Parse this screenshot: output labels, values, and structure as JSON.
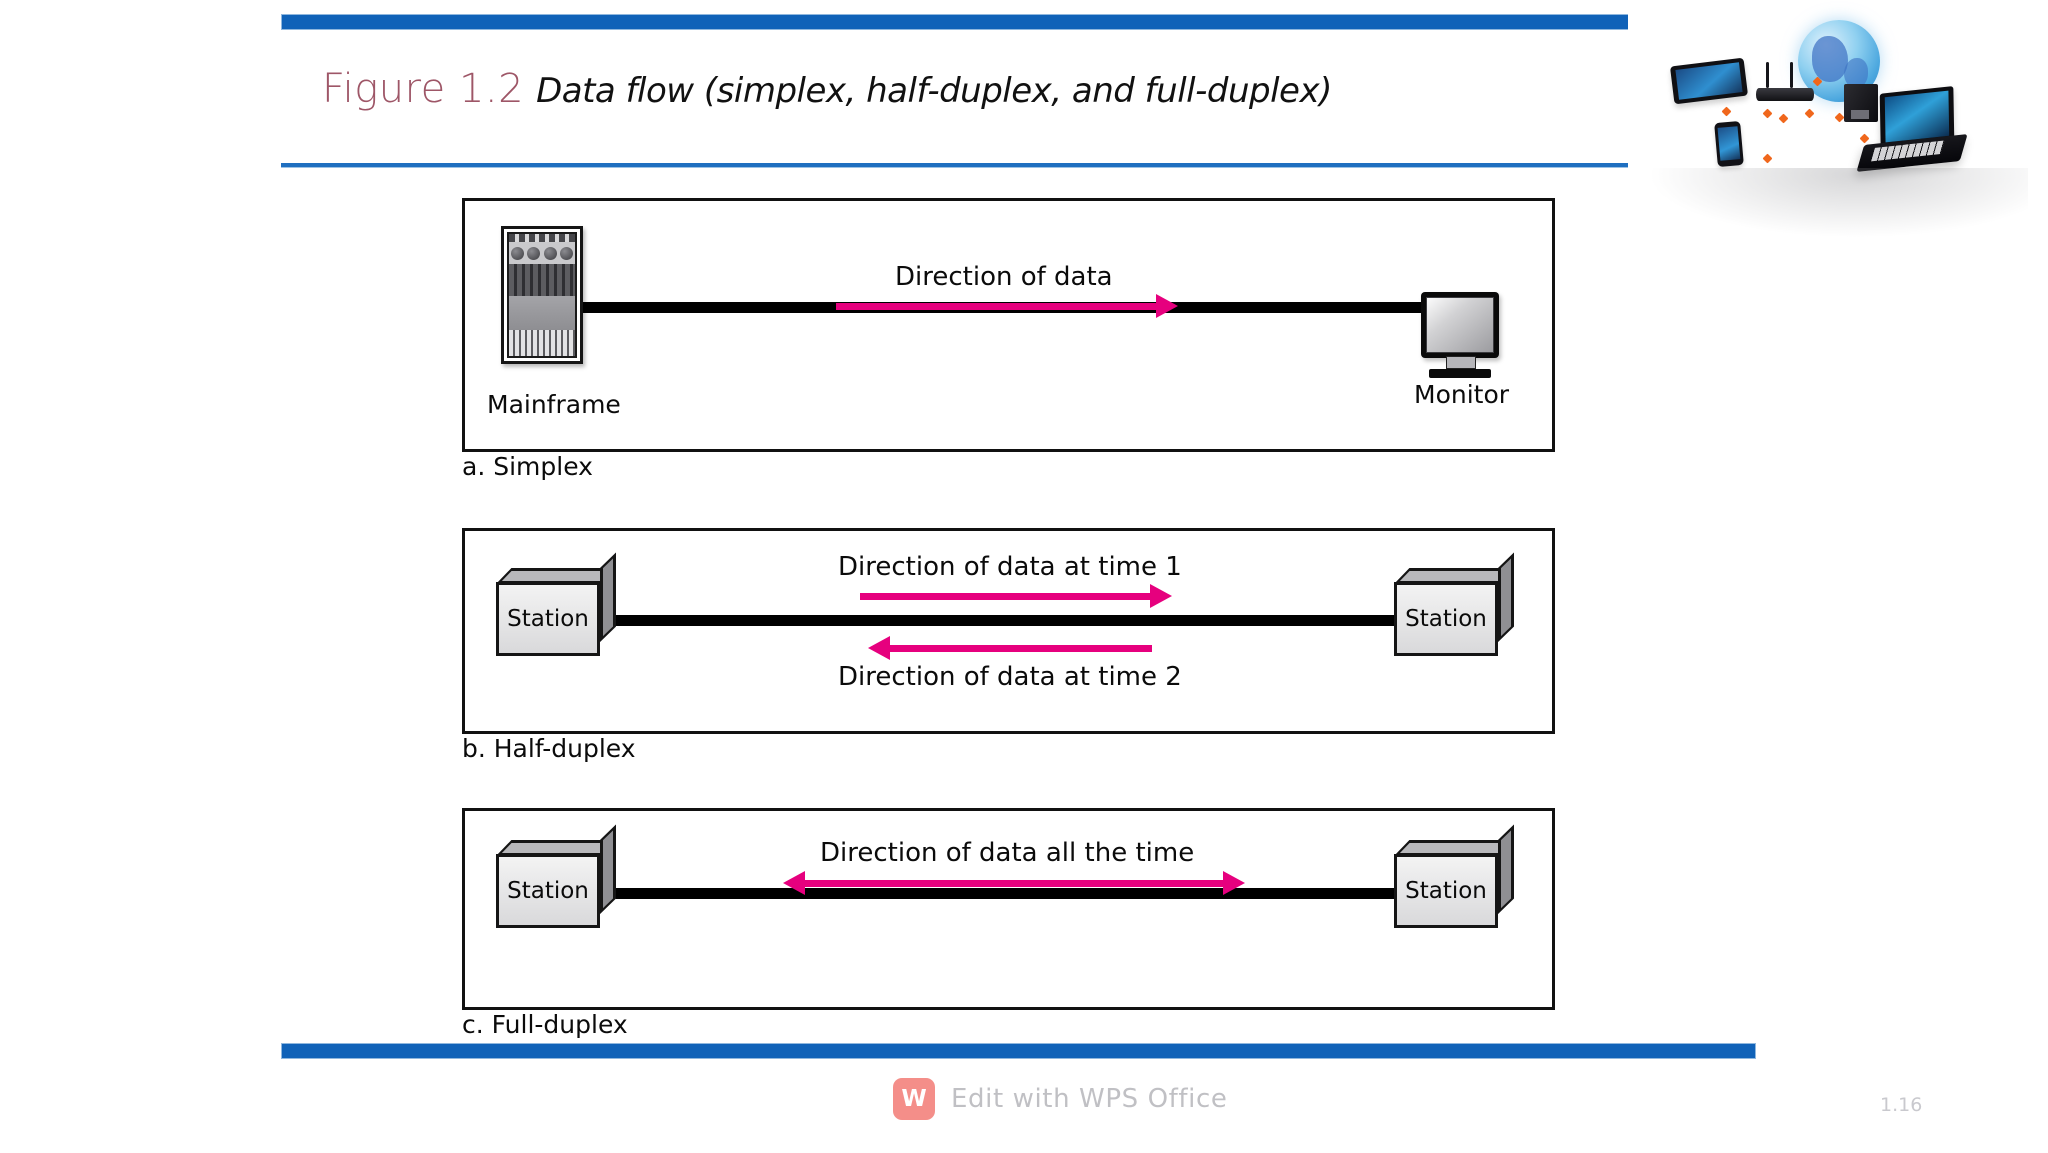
{
  "slide": {
    "figure_number": "Figure 1.2",
    "figure_caption": "Data flow (simplex, half-duplex, and full-duplex)",
    "page_number": "1.16",
    "accent_blue": "#1062B8",
    "figure_number_color": "#9E5667",
    "arrow_color": "#E6007E"
  },
  "hero": {
    "alt": "network-devices-illustration"
  },
  "panels": [
    {
      "id": "simplex",
      "caption": "a. Simplex",
      "left_device": {
        "type": "mainframe",
        "label": "Mainframe"
      },
      "right_device": {
        "type": "monitor",
        "label": "Monitor"
      },
      "arrows": [
        {
          "label": "Direction of data",
          "direction": "right",
          "position": "above"
        }
      ]
    },
    {
      "id": "half-duplex",
      "caption": "b. Half-duplex",
      "left_device": {
        "type": "station",
        "label": "Station"
      },
      "right_device": {
        "type": "station",
        "label": "Station"
      },
      "arrows": [
        {
          "label": "Direction of data at time 1",
          "direction": "right",
          "position": "above"
        },
        {
          "label": "Direction of data at time 2",
          "direction": "left",
          "position": "below"
        }
      ]
    },
    {
      "id": "full-duplex",
      "caption": "c. Full-duplex",
      "left_device": {
        "type": "station",
        "label": "Station"
      },
      "right_device": {
        "type": "station",
        "label": "Station"
      },
      "arrows": [
        {
          "label": "Direction of data all the time",
          "direction": "both",
          "position": "above"
        }
      ]
    }
  ],
  "footer": {
    "watermark_text": "Edit with WPS Office",
    "watermark_logo": "W",
    "watermark_color": "#F0645C"
  }
}
